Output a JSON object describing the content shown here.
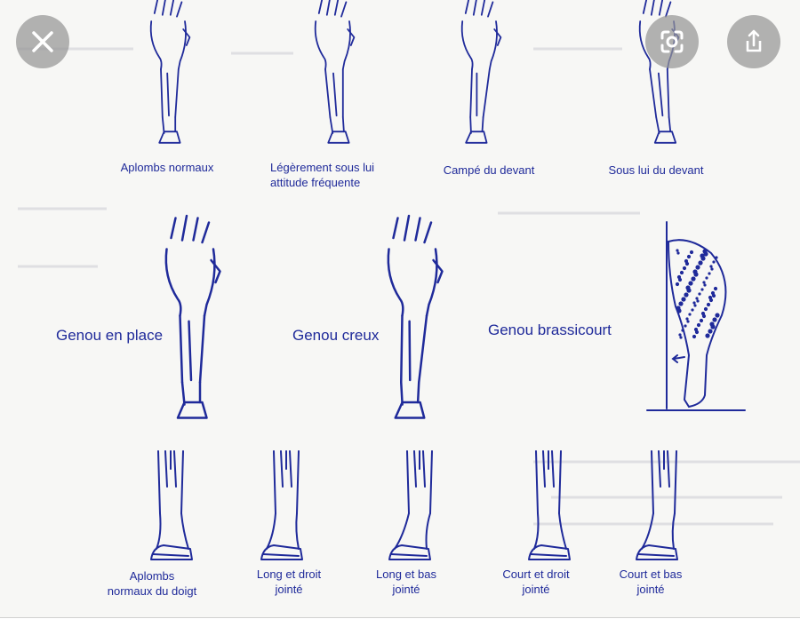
{
  "colors": {
    "ink": "#1f2a9a",
    "paper": "#f7f7f5",
    "button_bg": "#969696"
  },
  "controls": {
    "close": {
      "icon": "close-icon"
    },
    "lens": {
      "icon": "lens-search-icon"
    },
    "share": {
      "icon": "share-icon"
    }
  },
  "captions": {
    "row1": [
      "Aplombs normaux",
      "Légèrement sous lui\nattitude fréquente",
      "Campé du devant",
      "Sous lui du devant"
    ],
    "row2": [
      "Genou en place",
      "Genou creux",
      "Genou brassicourt"
    ],
    "row3": [
      "Aplombs\nnormaux du doigt",
      "Long et droit\njointé",
      "Long et bas\njointé",
      "Court et droit\njointé",
      "Court et bas\njointé"
    ]
  }
}
